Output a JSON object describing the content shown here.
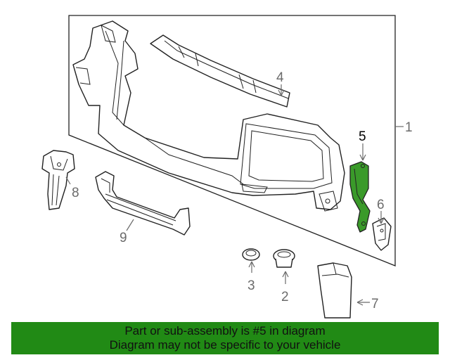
{
  "diagram": {
    "highlight_color": "#3a9a2a",
    "line_color": "#222222",
    "label_color": "#6b6b6b",
    "callouts": {
      "c1": "1",
      "c2": "2",
      "c3": "3",
      "c4": "4",
      "c5": "5",
      "c6": "6",
      "c7": "7",
      "c8": "8",
      "c9": "9"
    },
    "highlighted_part": "5"
  },
  "banner": {
    "background": "#218a15",
    "line1": "Part or sub-assembly is #5 in diagram",
    "line2": "Diagram may not be specific to your vehicle"
  }
}
